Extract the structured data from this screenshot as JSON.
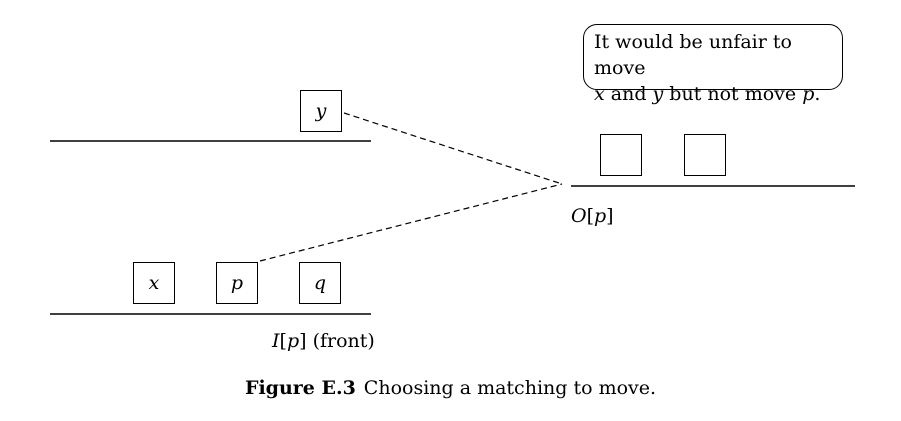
{
  "callout": {
    "line1": "It would be unfair to move",
    "line2_x": "x",
    "line2_and": " and ",
    "line2_y": "y",
    "line2_rest": " but not move ",
    "line2_p": "p",
    "line2_end": "."
  },
  "top_shelf": {
    "box_label": "y"
  },
  "bottom_shelf": {
    "boxes": [
      "x",
      "p",
      "q"
    ],
    "label_var": "I",
    "label_open": "[",
    "label_arg": "p",
    "label_close": "]",
    "label_suffix": " (front)"
  },
  "output_shelf": {
    "boxes": [
      "",
      ""
    ],
    "label_var": "O",
    "label_open": "[",
    "label_arg": "p",
    "label_close": "]"
  },
  "caption": {
    "number": "Figure E.3",
    "text": "Choosing a matching to move."
  }
}
